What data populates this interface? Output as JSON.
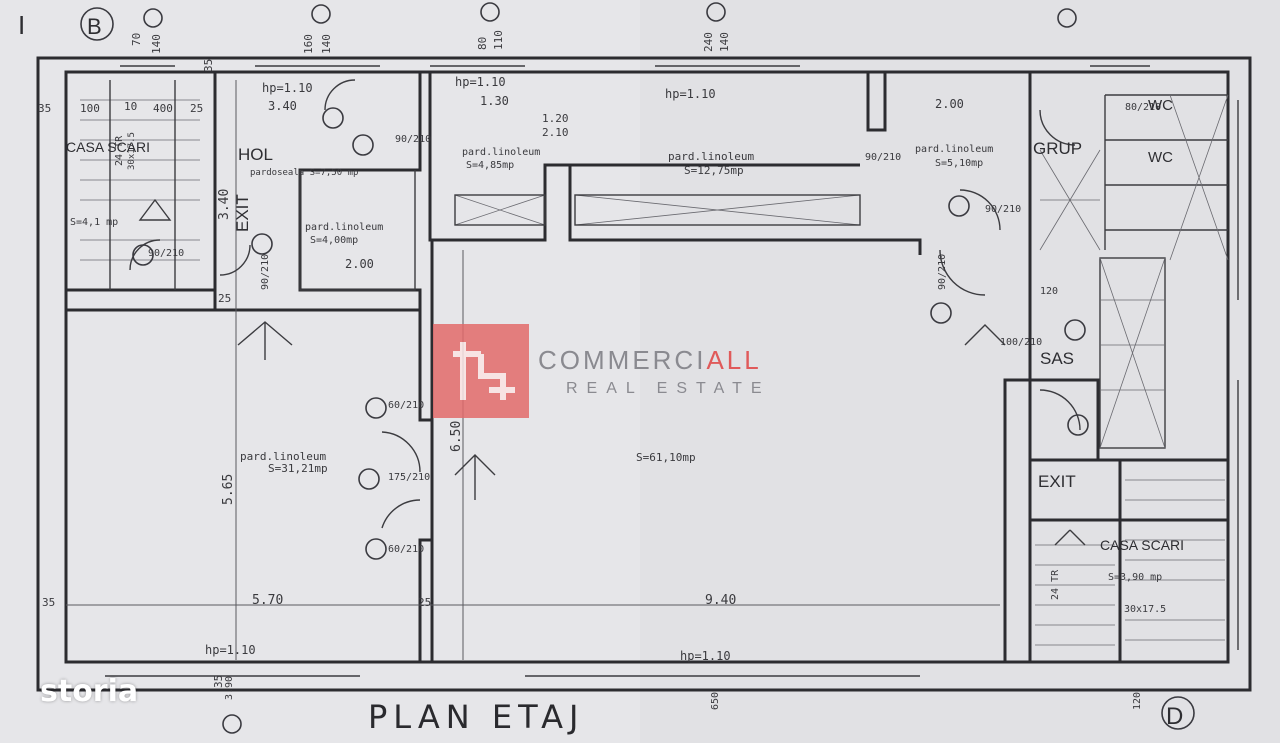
{
  "title": "PLAN ETAJ",
  "watermark": {
    "brand_main": "COMMERCI",
    "brand_accent": "ALL",
    "tagline": "REAL ESTATE",
    "accent_color": "#e05a5a",
    "logo_glyph": "rl"
  },
  "site_badge": "storia",
  "grid": {
    "row_top": "I",
    "b": "B",
    "d": "D"
  },
  "rooms": {
    "casa_scari_1": "CASA SCARI",
    "casa_scari_1_area": "S=4,1 mp",
    "hol": "HOL",
    "hol_floor": "pardoseala S=7,50 mp",
    "exit_1": "EXIT",
    "room_1_floor": "pard.linoleum",
    "room_1_area": "S=4,85mp",
    "room_2_floor": "pard.linoleum",
    "room_2_area": "S=12,75mp",
    "room_3_floor": "pard.linoleum",
    "room_3_area": "S=4,00mp",
    "room_4_floor": "pard.linoleum",
    "room_4_area": "S=31,21mp",
    "room_5_area": "S=61,10mp",
    "grup": "GRUP",
    "wc_1": "WC",
    "wc_2": "WC",
    "sas": "SAS",
    "exit_2": "EXIT",
    "casa_scari_2": "CASA SCARI",
    "casa_scari_2_area": "S=3,90 mp",
    "room_6_floor": "pard.linoleum",
    "room_6_area": "S=5,10mp"
  },
  "dims": {
    "d_70": "70",
    "d_140a": "140",
    "d_160": "160",
    "d_140b": "140",
    "d_80": "80",
    "d_110": "110",
    "d_240": "240",
    "d_140c": "140",
    "hp1": "hp=1.10",
    "hp2": "hp=1.10",
    "hp3": "hp=1.10",
    "hp4": "hp=1.10",
    "hp5": "hp=1.10",
    "d_35a": "35",
    "d_35b": "35",
    "d_35c": "35",
    "d_35d": "35",
    "d_100a": "100",
    "d_10": "10",
    "d_400": "400",
    "d_25a": "25",
    "d_25b": "25",
    "d_25c": "25",
    "d_340": "3.40",
    "d_330": "3.40",
    "d_130": "1.30",
    "d_120": "1.20",
    "d_210a": "2.10",
    "d_200a": "2.00",
    "d_200b": "2.00",
    "d_565": "5.65",
    "d_570": "5.70",
    "d_940": "9.40",
    "d_650": "6.50",
    "door_90_210a": "90/210",
    "door_90_210b": "90/210",
    "door_90_210c": "90/210",
    "door_90_210d": "90/210",
    "door_90_210e": "90/210",
    "door_90_210f": "90/210",
    "door_60_210a": "60/210",
    "door_60_210b": "60/210",
    "door_175_210": "175/210",
    "door_100_210": "100/210",
    "door_80_210": "80/210",
    "d_120b": "120",
    "d_390": "3.90",
    "d_650b": "650",
    "d_120c": "120",
    "stair_1": "24 TR",
    "stair_1b": "30x17.5",
    "stair_2": "24 TR",
    "stair_2b": "30x17.5"
  }
}
